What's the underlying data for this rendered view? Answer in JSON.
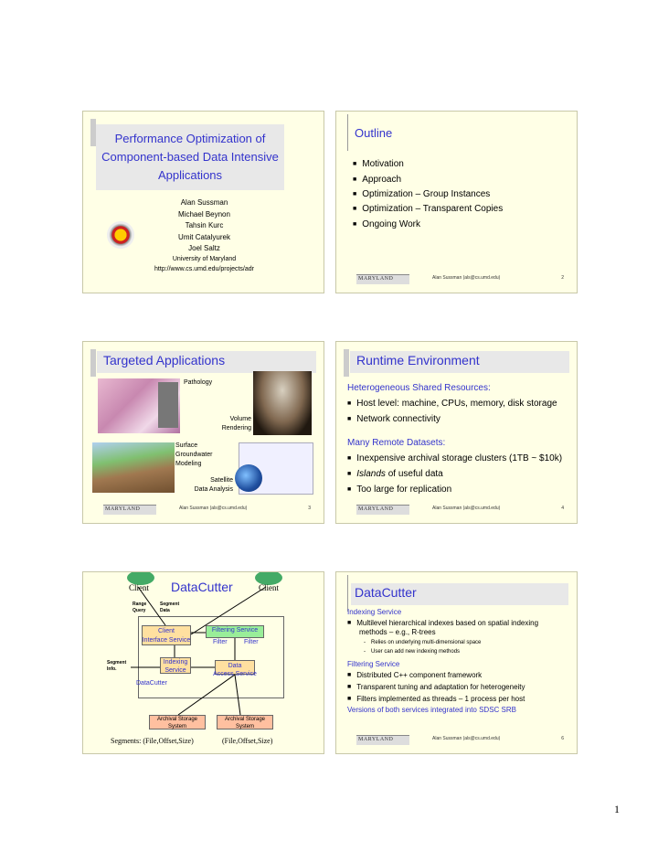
{
  "s1": {
    "title_lines": [
      "Performance Optimization of",
      "Component-based Data Intensive",
      "Applications"
    ],
    "authors": [
      "Alan Sussman",
      "Michael Beynon",
      "Tahsin Kurc",
      "Umit Catalyurek",
      "Joel Saltz"
    ],
    "affiliation": "University of Maryland",
    "url": "http://www.cs.umd.edu/projects/adr"
  },
  "s2": {
    "title": "Outline",
    "bullets": [
      "Motivation",
      "Approach",
      "Optimization – Group Instances",
      "Optimization – Transparent Copies",
      "Ongoing Work"
    ],
    "author": "Alan Sussman (als@cs.umd.edu)",
    "page": "2"
  },
  "s3": {
    "title": "Targeted Applications",
    "labels": {
      "pathology": "Pathology",
      "volume": "Volume",
      "rendering": "Rendering",
      "surface": "Surface",
      "groundwater": "Groundwater",
      "modeling": "Modeling",
      "satellite": "Satellite",
      "data_analysis": "Data Analysis"
    },
    "author": "Alan Sussman (als@cs.umd.edu)",
    "page": "3"
  },
  "s4": {
    "title": "Runtime Environment",
    "head1": "Heterogeneous Shared Resources:",
    "b1": "Host level: machine, CPUs, memory, disk storage",
    "b2": "Network connectivity",
    "head2": "Many Remote Datasets:",
    "b3": "Inexpensive archival storage clusters (1TB ~ $10k)",
    "b4_em": "Islands",
    "b4_rest": " of useful data",
    "b5": "Too large for replication",
    "author": "Alan Sussman (als@cs.umd.edu)",
    "page": "4"
  },
  "s5": {
    "title": "DataCutter",
    "client_left": "Client",
    "client_right": "Client",
    "range_query": [
      "Range",
      "Query"
    ],
    "segment_data": [
      "Segment",
      "Data"
    ],
    "client_iface": [
      "Client",
      "Interface Service"
    ],
    "filtering": "Filtering Service",
    "filter1": "Filter",
    "filter2": "Filter",
    "indexing": [
      "Indexing",
      "Service"
    ],
    "data_access": [
      "Data",
      "Access Service"
    ],
    "segment_info": [
      "Segment",
      "Info."
    ],
    "datacutter_label": "DataCutter",
    "archival1": [
      "Archival Storage",
      "System"
    ],
    "archival2": [
      "Archival Storage",
      "System"
    ],
    "segments": "Segments: (File,Offset,Size)",
    "segments2": "(File,Offset,Size)"
  },
  "s6": {
    "title": "DataCutter",
    "head1": "Indexing Service",
    "b1": "Multilevel hierarchical indexes based on spatial indexing",
    "b1b": "methods – e.g., R-trees",
    "sub1": "Relies on underlying multi-dimensional space",
    "sub2": "User can add new indexing methods",
    "head2": "Filtering Service",
    "b2": "Distributed C++ component framework",
    "b3": "Transparent tuning and adaptation for heterogeneity",
    "b4": "Filters implemented as threads – 1 process per host",
    "head3": "Versions of both services integrated into SDSC SRB",
    "author": "Alan Sussman (als@cs.umd.edu)",
    "page": "6"
  },
  "logo_text": "MARYLAND",
  "page_number": "1"
}
